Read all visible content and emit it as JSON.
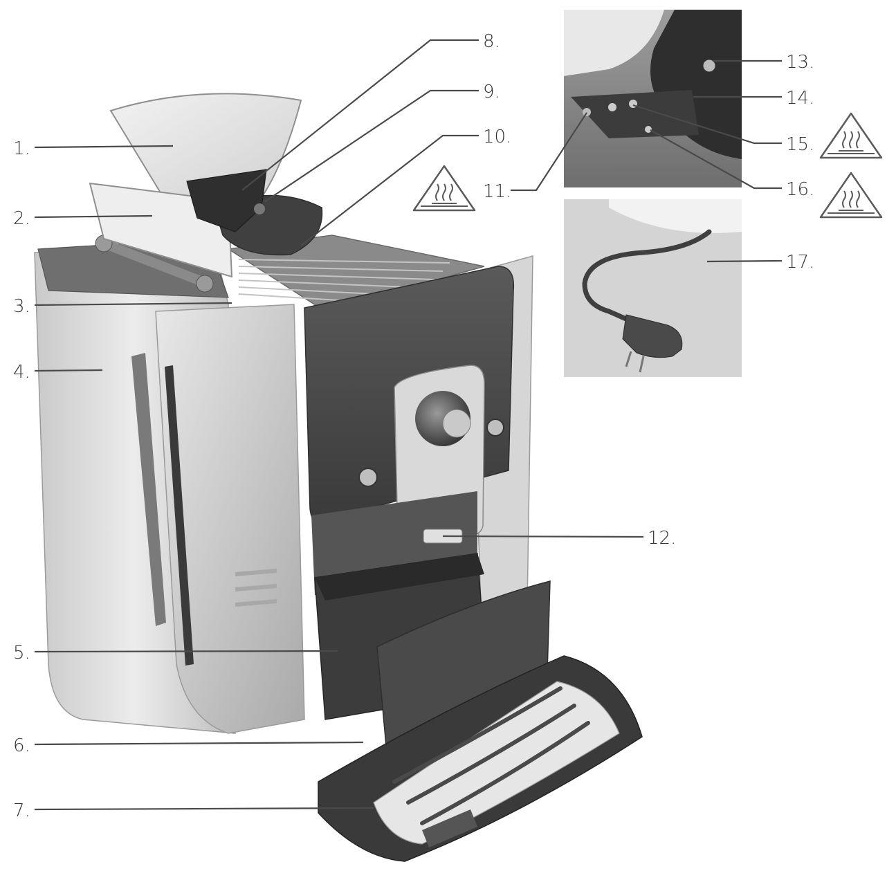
{
  "callouts": [
    {
      "id": "1",
      "label": "1."
    },
    {
      "id": "2",
      "label": "2."
    },
    {
      "id": "3",
      "label": "3."
    },
    {
      "id": "4",
      "label": "4."
    },
    {
      "id": "5",
      "label": "5."
    },
    {
      "id": "6",
      "label": "6."
    },
    {
      "id": "7",
      "label": "7."
    },
    {
      "id": "8",
      "label": "8."
    },
    {
      "id": "9",
      "label": "9."
    },
    {
      "id": "10",
      "label": "10."
    },
    {
      "id": "11",
      "label": "11."
    },
    {
      "id": "12",
      "label": "12."
    },
    {
      "id": "13",
      "label": "13."
    },
    {
      "id": "14",
      "label": "14."
    },
    {
      "id": "15",
      "label": "15."
    },
    {
      "id": "16",
      "label": "16."
    },
    {
      "id": "17",
      "label": "17."
    }
  ],
  "warning_icons": [
    {
      "name": "hot-surface-warning-icon",
      "near": "10"
    },
    {
      "name": "hot-surface-warning-icon",
      "near": "15"
    },
    {
      "name": "hot-surface-warning-icon",
      "near": "16"
    }
  ],
  "colors": {
    "body_light": "#dcdcdc",
    "body_mid": "#b8b8b8",
    "panel_dark": "#4f4f4f",
    "tray_dark": "#3d3d3d",
    "line": "#4a4a4a",
    "label": "#333333"
  }
}
